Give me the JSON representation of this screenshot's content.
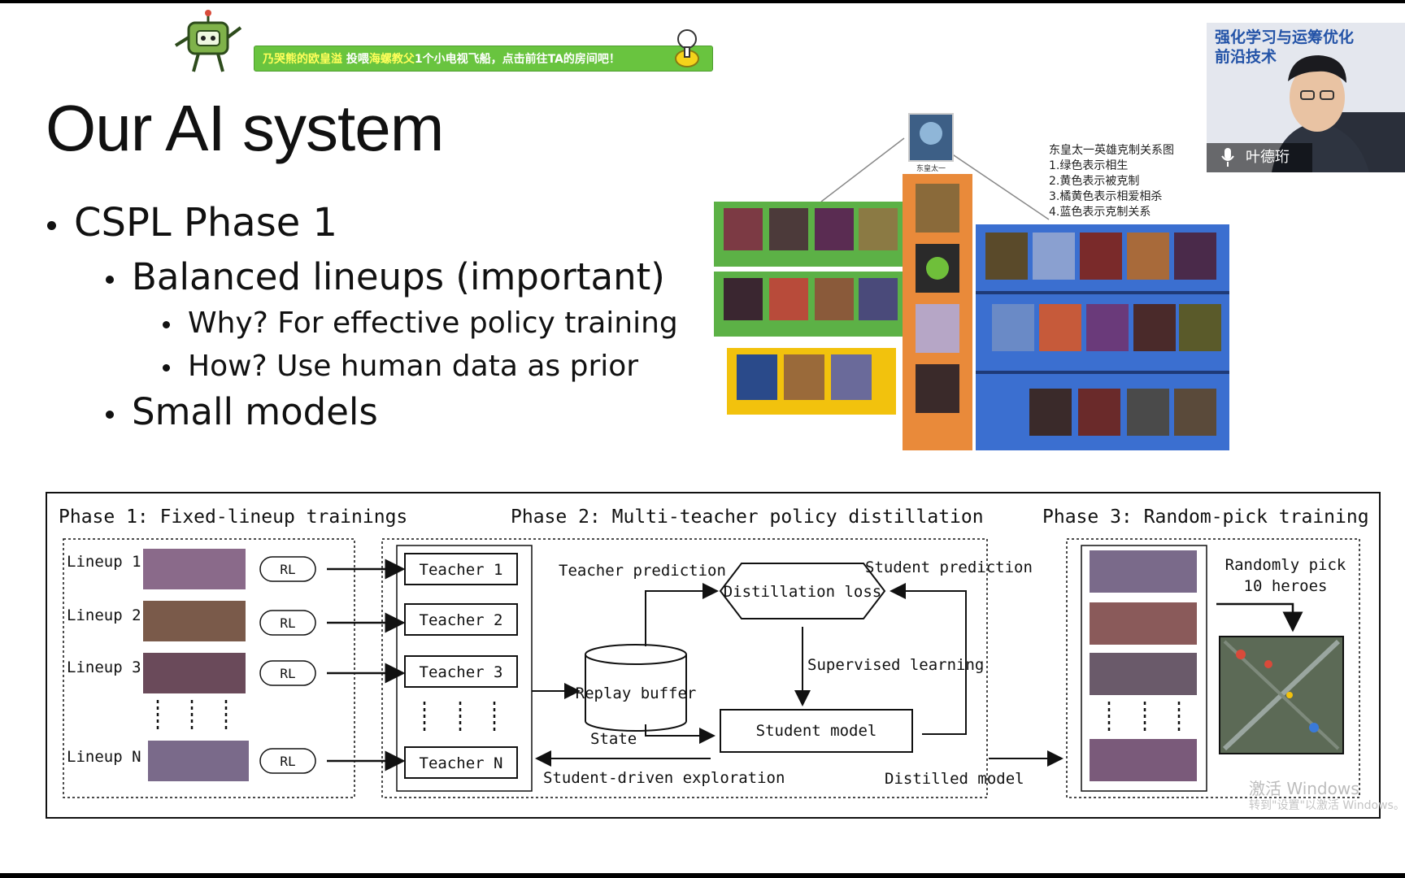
{
  "slide": {
    "title": "Our AI system",
    "bullets": {
      "l1_a": "CSPL Phase 1",
      "l2_a": "Balanced lineups (important)",
      "l3_a": "Why? For effective policy training",
      "l3_b": "How? Use human data as prior",
      "l2_b": "Small models"
    }
  },
  "stream": {
    "notice_user": "乃哭熊的欧皇溢",
    "notice_mid": "投喂",
    "notice_user2": "海螺教父",
    "notice_rest": "1个小电视飞船，点击前往TA的房间吧！",
    "webcam_title_1": "强化学习与运筹优化",
    "webcam_title_2": "前沿技术",
    "webcam_name": "叶德珩",
    "mic_icon": "microphone-icon"
  },
  "hero_figure": {
    "top_hero_label": "东皇太一",
    "legend": [
      "东皇太一英雄克制关系图",
      "1.绿色表示相生",
      "2.黄色表示被克制",
      "3.橘黄色表示相爱相杀",
      "4.蓝色表示克制关系"
    ],
    "colors": {
      "green": "#5cb146",
      "yellow": "#f2c20d",
      "orange": "#e98a3a",
      "blue": "#3b6fd0"
    }
  },
  "diagram": {
    "phase1_title": "Phase 1: Fixed-lineup trainings",
    "phase2_title": "Phase 2: Multi-teacher policy distillation",
    "phase3_title": "Phase 3: Random-pick training",
    "lineups": [
      "Lineup 1",
      "Lineup 2",
      "Lineup 3",
      "Lineup N"
    ],
    "rl_label": "RL",
    "teachers": [
      "Teacher 1",
      "Teacher 2",
      "Teacher 3",
      "Teacher N"
    ],
    "teacher_prediction": "Teacher prediction",
    "student_prediction": "Student prediction",
    "distillation_loss": "Distillation loss",
    "supervised_learning": "Supervised learning",
    "replay_buffer": "Replay buffer",
    "state": "State",
    "student_model": "Student model",
    "student_exploration": "Student-driven exploration",
    "distilled_model": "Distilled model",
    "random_pick": "Randomly pick",
    "ten_heroes": "10 heroes"
  },
  "system": {
    "watermark_1": "激活 Windows",
    "watermark_2": "转到\"设置\"以激活 Windows。"
  }
}
